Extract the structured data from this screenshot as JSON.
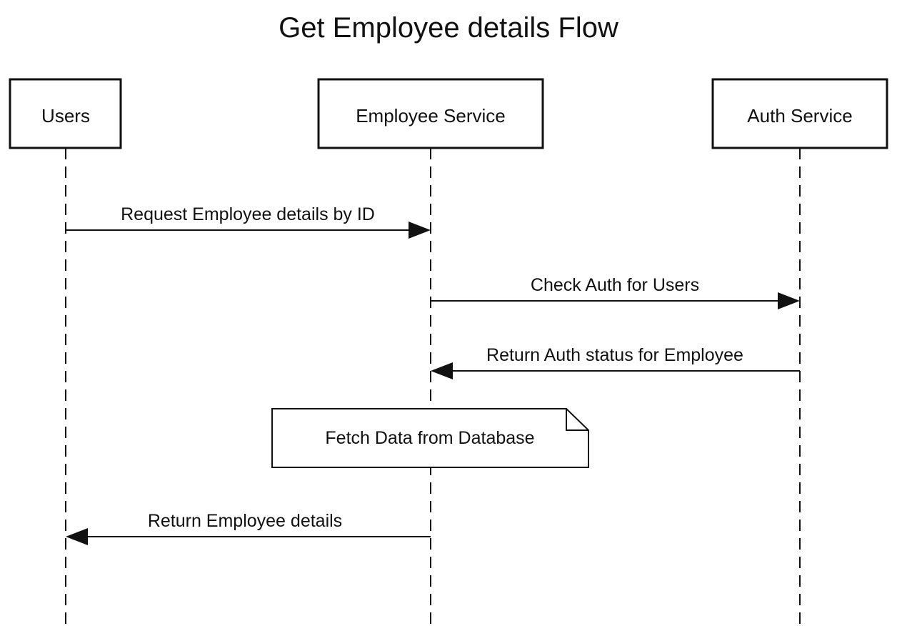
{
  "diagram": {
    "title": "Get Employee details Flow",
    "participants": [
      {
        "id": "users",
        "label": "Users"
      },
      {
        "id": "employee",
        "label": "Employee Service"
      },
      {
        "id": "auth",
        "label": "Auth Service"
      }
    ],
    "messages": [
      {
        "from": "users",
        "to": "employee",
        "label": "Request Employee details by ID"
      },
      {
        "from": "employee",
        "to": "auth",
        "label": "Check Auth for Users"
      },
      {
        "from": "auth",
        "to": "employee",
        "label": "Return Auth status for Employee"
      },
      {
        "from": "employee",
        "to": "users",
        "label": "Return Employee details"
      }
    ],
    "notes": [
      {
        "over": "employee",
        "label": "Fetch Data from Database"
      }
    ]
  }
}
